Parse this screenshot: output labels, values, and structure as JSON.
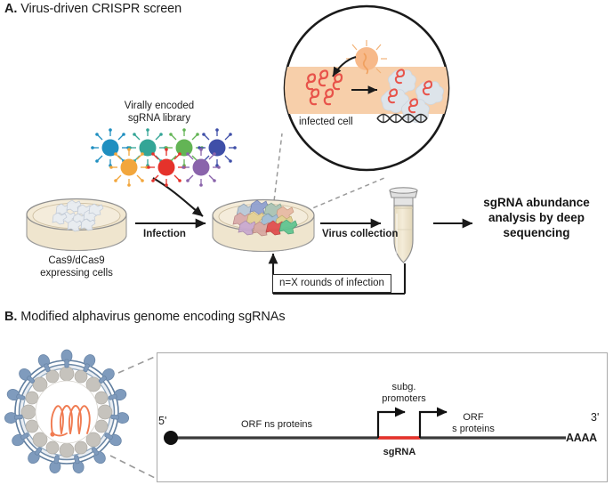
{
  "figure": {
    "panels": [
      {
        "id": "A",
        "prefix": "A.",
        "title": "Virus-driven CRISPR screen"
      },
      {
        "id": "B",
        "prefix": "B.",
        "title": "Modified alphavirus genome encoding sgRNAs"
      }
    ]
  },
  "panelA": {
    "library_label_line1": "Virally encoded",
    "library_label_line2": "sgRNA library",
    "dish1_label_line1": "Cas9/dCas9",
    "dish1_label_line2": "expressing cells",
    "arrow_infection_label": "Infection",
    "arrow_collection_label": "Virus collection",
    "feedback_box_label": "n=X rounds of infection",
    "output_line1": "sgRNA abundance",
    "output_line2": "analysis by deep",
    "output_line3": "sequencing",
    "inset": {
      "cell_label": "infected cell"
    },
    "virus_library": [
      {
        "name": "virus-particle-blue",
        "color": "#1f8fc0"
      },
      {
        "name": "virus-particle-teal",
        "color": "#34a596"
      },
      {
        "name": "virus-particle-green",
        "color": "#63b455"
      },
      {
        "name": "virus-particle-indigo",
        "color": "#3f4fa8"
      },
      {
        "name": "virus-particle-orange",
        "color": "#f2a63c"
      },
      {
        "name": "virus-particle-red",
        "color": "#e5322b"
      },
      {
        "name": "virus-particle-purple",
        "color": "#8a64ab"
      }
    ],
    "colors": {
      "dish_medium": "#f3ead7",
      "dish_rim": "#ded3bb",
      "inset_cell_band": "#f6cba6",
      "rna_red": "#e8534a",
      "cas9_grey": "#dde3e9",
      "tube_liquid": "#eee4cb",
      "arrow_black": "#1a1a1a"
    }
  },
  "panelB": {
    "genome": {
      "five_prime": "5'",
      "three_prime": "3'",
      "poly_a": "AAAA",
      "orf_ns_label": "ORF ns proteins",
      "orf_s_label_line1": "ORF",
      "orf_s_label_line2": "s proteins",
      "promoter_label_line1": "subg.",
      "promoter_label_line2": "promoters",
      "sgrna_label": "sgRNA",
      "sgrna_color": "#e8312a",
      "backbone_color": "#3a3a3a"
    },
    "virion": {
      "name": "alphavirus-particle",
      "spike_color": "#7f9bbd",
      "capsid_color": "#c6c3bd",
      "rna_color": "#f07b51"
    }
  }
}
